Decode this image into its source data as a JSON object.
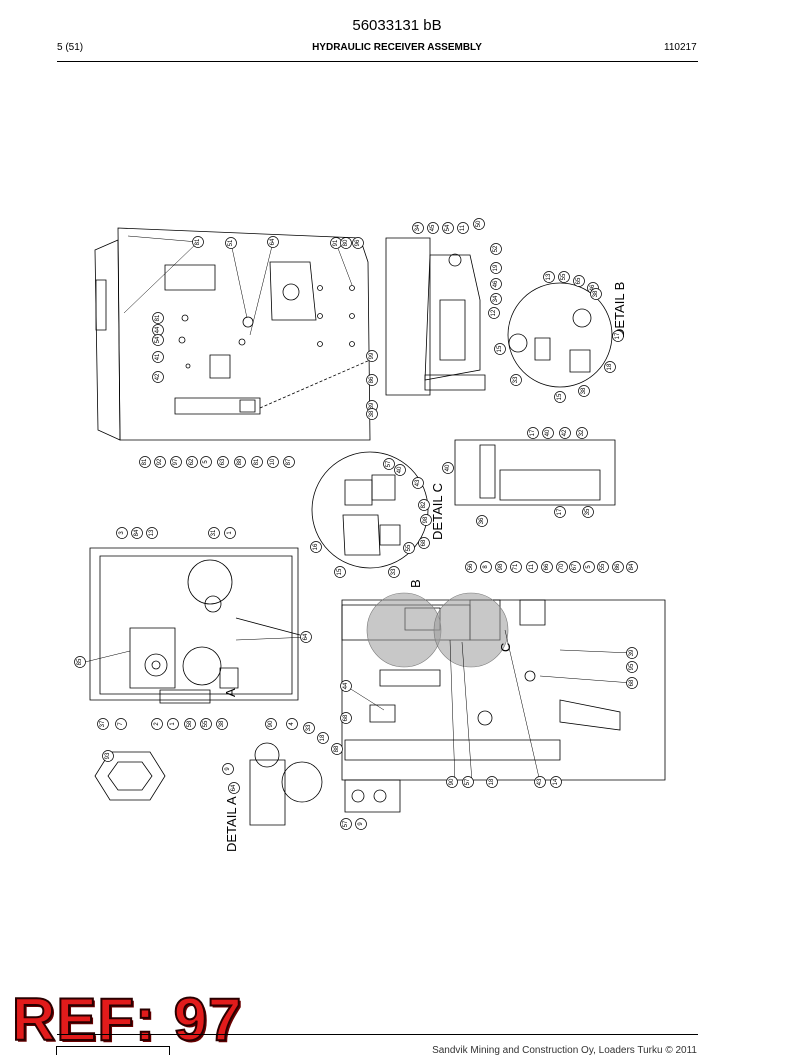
{
  "header": {
    "doc_number": "56033131 bB",
    "page": "5 (51)",
    "title": "HYDRAULIC RECEIVER ASSEMBLY",
    "date": "110217"
  },
  "drawing": {
    "detail_labels": [
      "DETAIL A",
      "DETAIL B",
      "DETAIL C"
    ],
    "view_letters": [
      "A",
      "B",
      "C"
    ],
    "callouts": [
      "81",
      "51",
      "64",
      "91",
      "80",
      "96",
      "34",
      "45",
      "54",
      "11",
      "50",
      "52",
      "19",
      "46",
      "34",
      "12",
      "13",
      "55",
      "65",
      "46",
      "38",
      "15",
      "33",
      "17",
      "15",
      "18",
      "38",
      "81",
      "44",
      "54",
      "41",
      "42",
      "81",
      "92",
      "97",
      "62",
      "5",
      "63",
      "88",
      "81",
      "10",
      "87",
      "39",
      "86",
      "99",
      "38",
      "57",
      "40",
      "43",
      "82",
      "98",
      "68",
      "55",
      "33",
      "15",
      "16",
      "40",
      "36",
      "17",
      "35",
      "17",
      "40",
      "42",
      "32",
      "3",
      "84",
      "13",
      "31",
      "1",
      "64",
      "85",
      "37",
      "7",
      "2",
      "1",
      "58",
      "55",
      "38",
      "44",
      "68",
      "56",
      "8",
      "98",
      "71",
      "11",
      "66",
      "70",
      "67",
      "5",
      "55",
      "86",
      "84",
      "39",
      "95",
      "68",
      "93",
      "9",
      "90",
      "4",
      "33",
      "18",
      "88",
      "64",
      "57",
      "9",
      "90",
      "57",
      "18",
      "43",
      "14"
    ]
  },
  "stamp": {
    "text": "REF: 97"
  },
  "footer": {
    "text": "Sandvik Mining and Construction Oy, Loaders Turku © 2011"
  }
}
